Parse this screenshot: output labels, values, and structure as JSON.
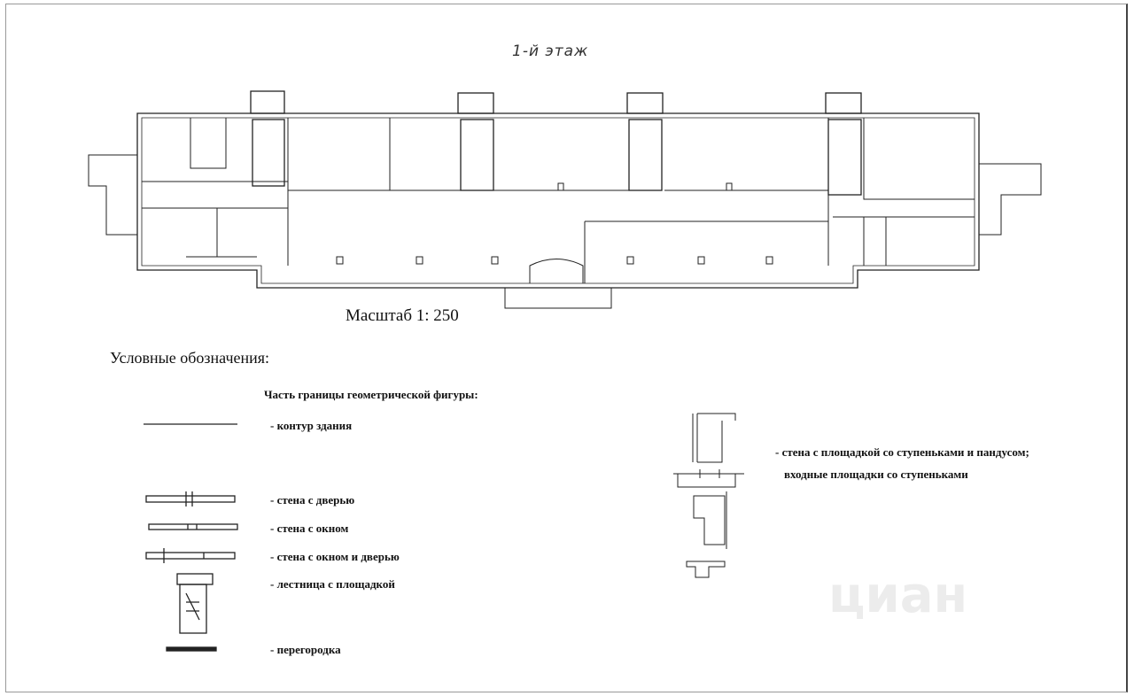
{
  "title": "1-й этаж",
  "scale": "Масштаб 1: 250",
  "legend": {
    "title": "Условные обозначения:",
    "subtitle": "Часть границы геометрической фигуры:",
    "items": [
      "- контур здания",
      "- стена  с  дверью",
      "- стена  с  окном",
      "- стена  с  окном и дверью",
      "- лестница с площадкой",
      "- перегородка"
    ],
    "ramp_line1": "- стена с площадкой со ступеньками и пандусом;",
    "ramp_line2": "входные площадки со ступеньками"
  },
  "watermark": "циан"
}
